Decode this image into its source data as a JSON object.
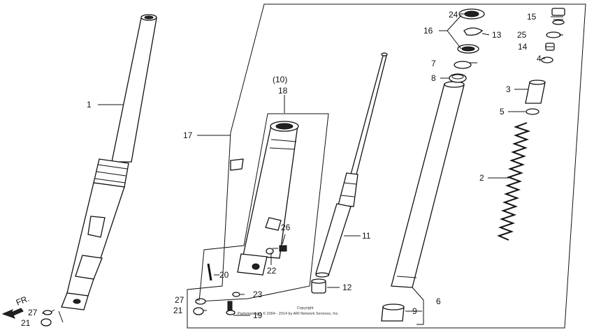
{
  "diagram": {
    "labels": {
      "p1": "1",
      "p2": "2",
      "p3": "3",
      "p4": "4",
      "p5": "5",
      "p6": "6",
      "p7": "7",
      "p8": "8",
      "p9": "9",
      "p10": "(10)",
      "p11": "11",
      "p12": "12",
      "p13": "13",
      "p14": "14",
      "p15": "15",
      "p16": "16",
      "p17": "17",
      "p18": "18",
      "p19": "19",
      "p20": "20",
      "p21a": "21",
      "p21b": "21",
      "p22": "22",
      "p23": "23",
      "p24": "24",
      "p25": "25",
      "p26": "26",
      "p27a": "27",
      "p27b": "27"
    },
    "direction_marker": "FR.",
    "copyright": {
      "line1": "Copyright",
      "line2": "Partsmanager © 2004 - 2014 by ARI Network Services, Inc."
    },
    "colors": {
      "ink": "#111111",
      "paper": "#ffffff"
    }
  }
}
